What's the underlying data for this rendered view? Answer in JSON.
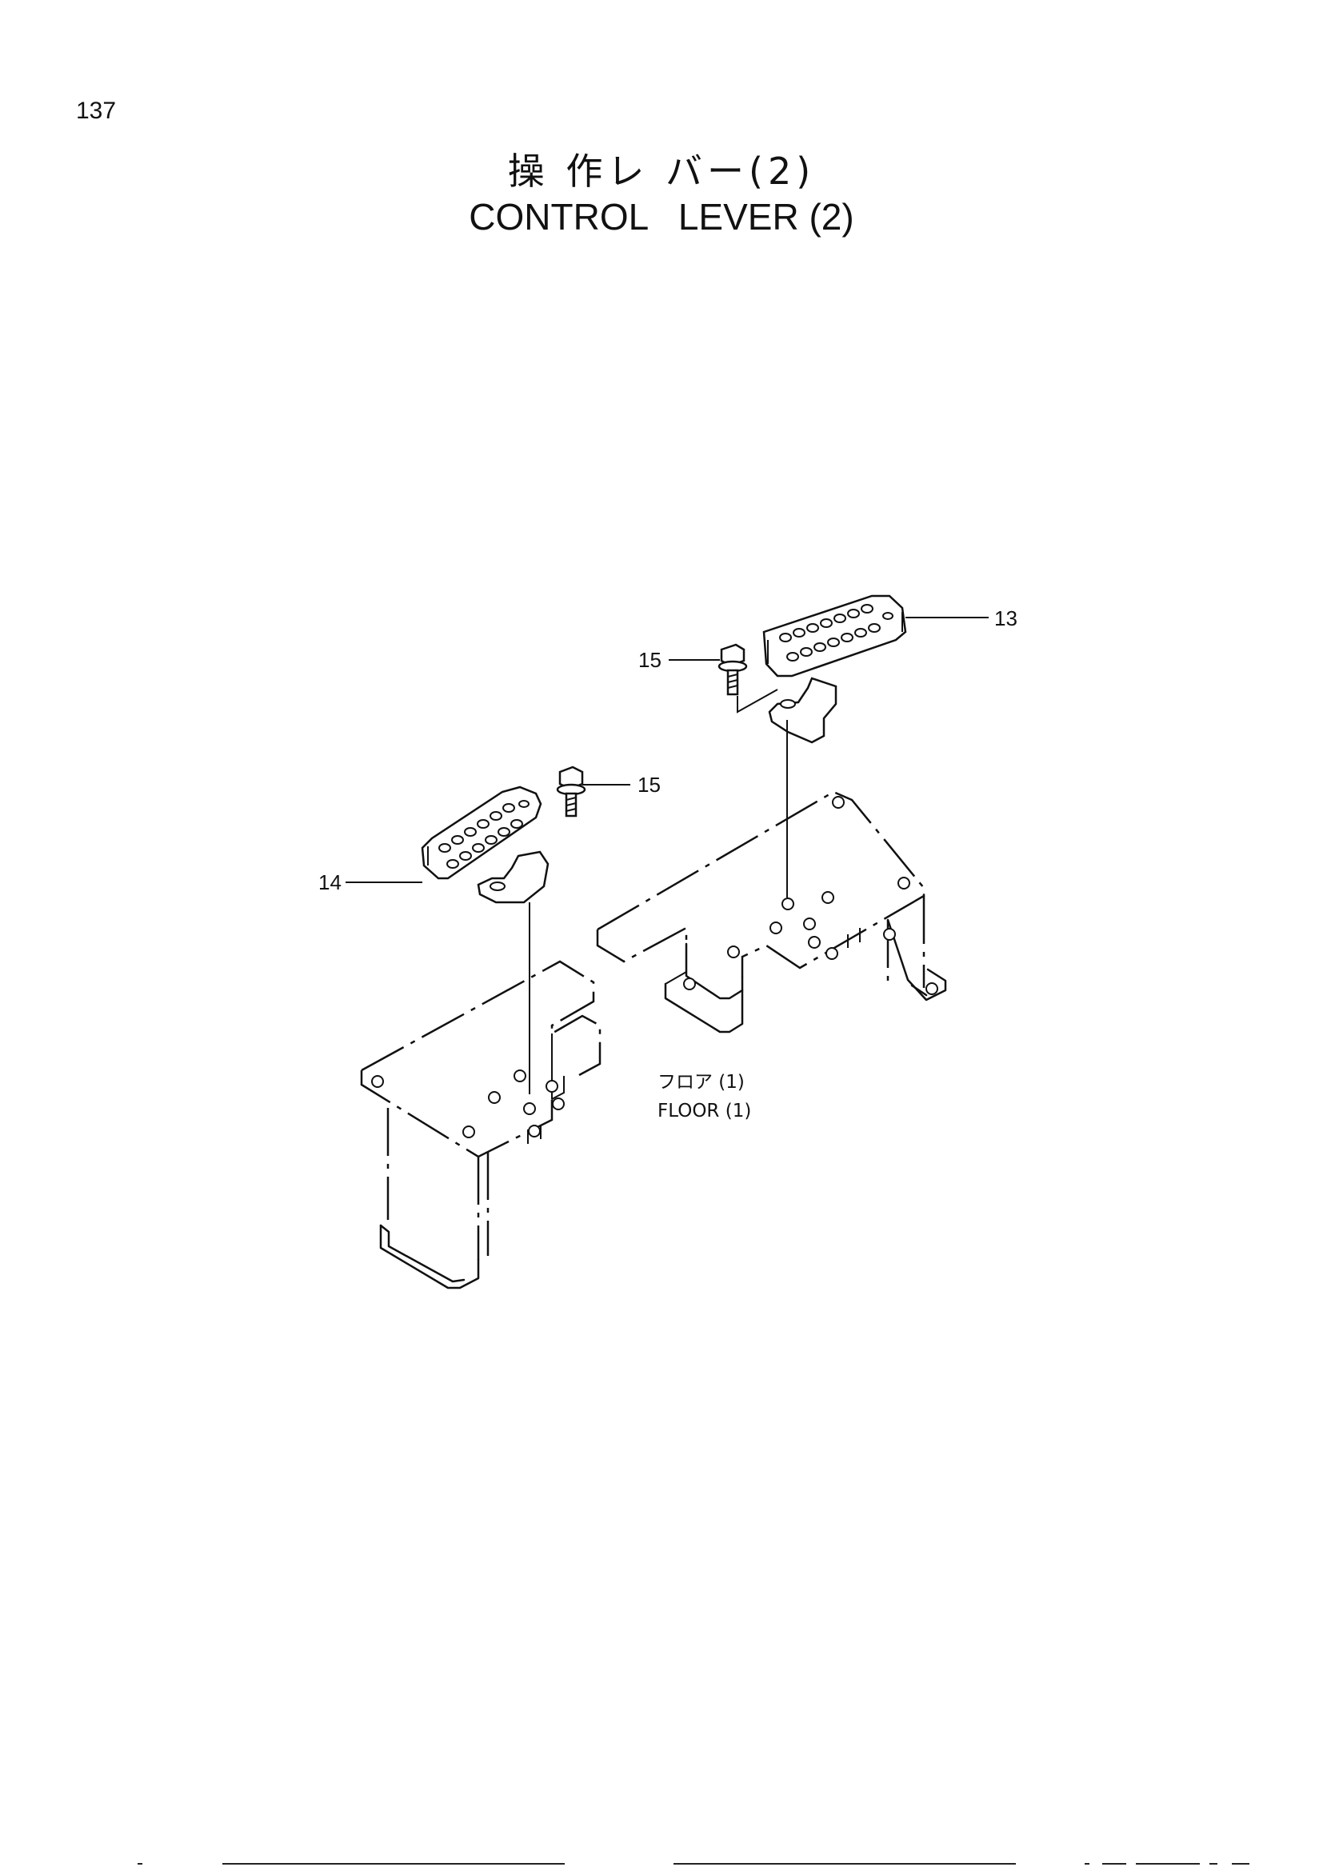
{
  "page": {
    "number": "137"
  },
  "title": {
    "japanese": "操 作レ バー(2)",
    "english": "CONTROL   LEVER (2)"
  },
  "callouts": {
    "pedal_right": "13",
    "pedal_left": "14",
    "bolt_right": "15",
    "bolt_left": "15"
  },
  "floor_label": {
    "japanese": "フロア (1)",
    "english": "FLOOR  (1)"
  },
  "icons": {
    "pedal": "pedal-icon",
    "bolt": "bolt-icon",
    "floor": "floor-plate-icon"
  }
}
